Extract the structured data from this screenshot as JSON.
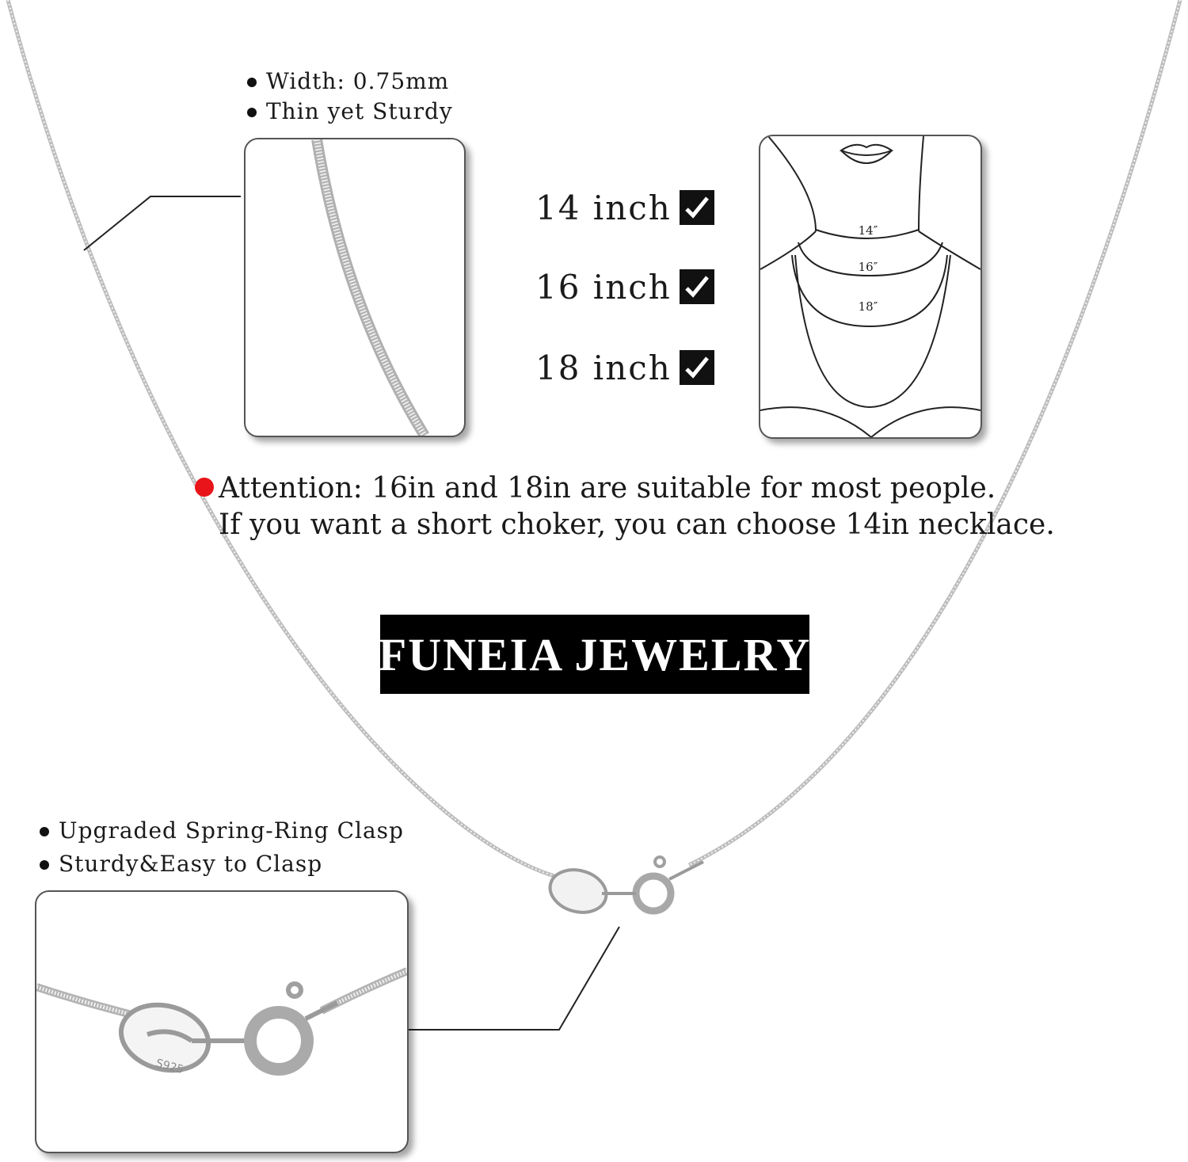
{
  "chain_detail": {
    "bullets": [
      "Width: 0.75mm",
      "Thin yet Sturdy"
    ]
  },
  "size_options": [
    {
      "label": "14 inch",
      "checked": true
    },
    {
      "label": "16 inch",
      "checked": true
    },
    {
      "label": "18 inch",
      "checked": true
    }
  ],
  "neck_diagram": {
    "labels": [
      "14″",
      "16″",
      "18″"
    ]
  },
  "attention": {
    "line1": "Attention: 16in and 18in are suitable for most people.",
    "line2": "If you want a short choker, you can choose 14in necklace.",
    "dot_color": "#e8141a"
  },
  "brand": {
    "name": "FUNEIA JEWELRY"
  },
  "clasp_detail": {
    "bullets": [
      "Upgraded Spring-Ring Clasp",
      "Sturdy&Easy to Clasp"
    ],
    "stamp": "S925"
  },
  "icons": [
    "check-icon",
    "bullet-dot-icon",
    "red-dot-icon"
  ]
}
